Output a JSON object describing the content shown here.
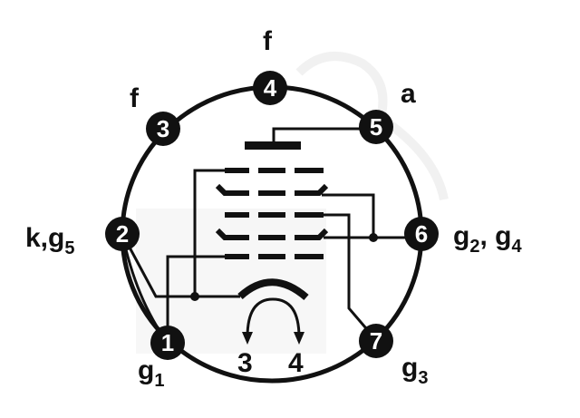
{
  "pins": [
    {
      "number": "1",
      "label": "g",
      "sub": "1"
    },
    {
      "number": "2",
      "label": "k,g",
      "sub": "5"
    },
    {
      "number": "3",
      "label": "f",
      "sub": ""
    },
    {
      "number": "4",
      "label": "f",
      "sub": ""
    },
    {
      "number": "5",
      "label": "a",
      "sub": ""
    },
    {
      "number": "6",
      "label": "g",
      "sub": "2",
      "label2": ", g",
      "sub2": "4"
    },
    {
      "number": "7",
      "label": "g",
      "sub": "3"
    }
  ],
  "heater": {
    "left": "3",
    "right": "4"
  },
  "colors": {
    "ink": "#111111",
    "background": "#ffffff"
  }
}
